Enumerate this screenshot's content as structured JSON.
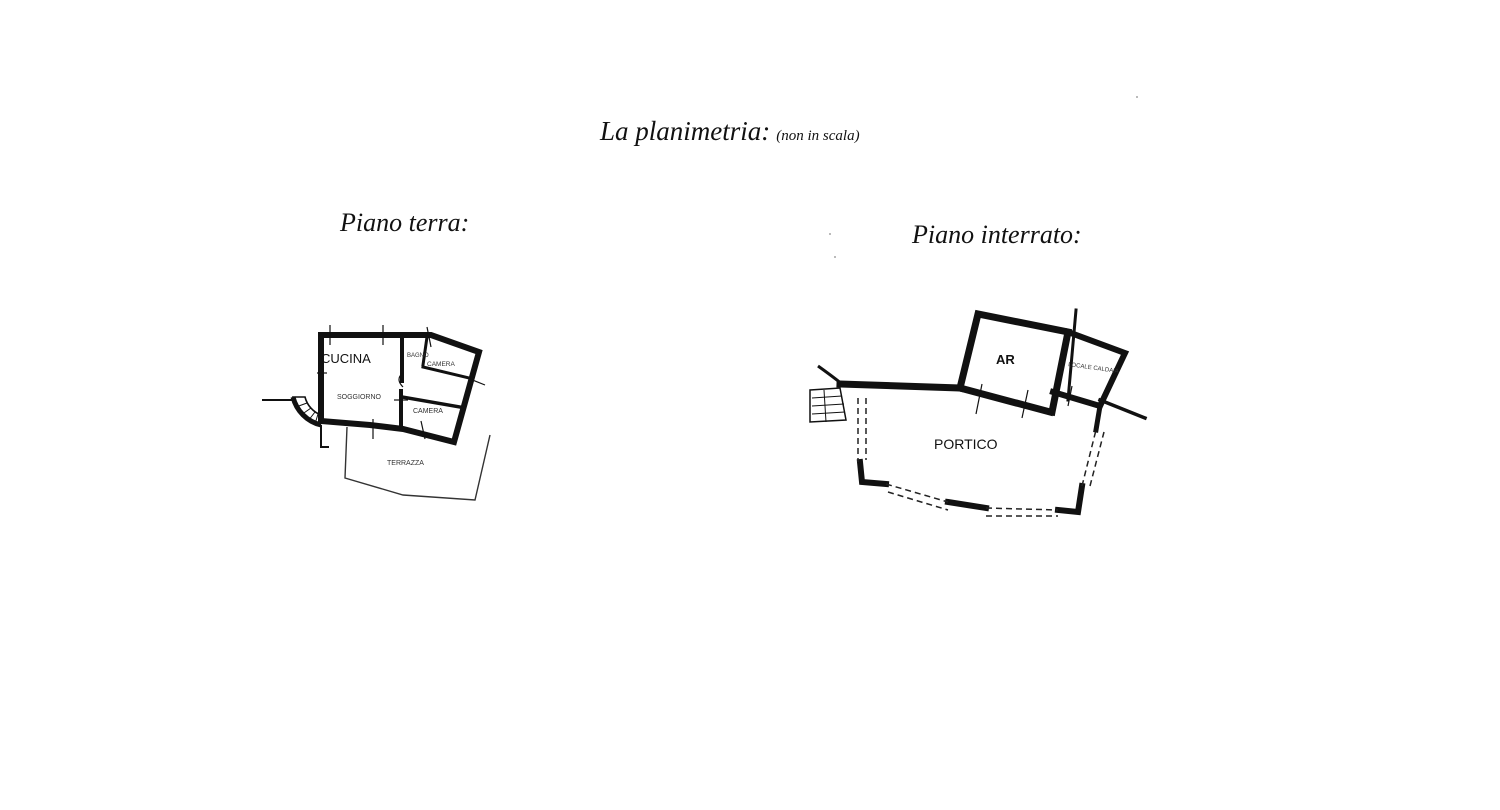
{
  "document": {
    "title": "La planimetria:",
    "title_note": "(non in scala)"
  },
  "ground_floor": {
    "title": "Piano terra:",
    "rooms": {
      "kitchen": "CUCINA",
      "living": "SOGGIORNO",
      "bath": "BAGNO",
      "bedroom_1": "CAMERA",
      "bedroom_2": "CAMERA",
      "terrace": "TERRAZZA"
    }
  },
  "basement": {
    "title": "Piano interrato:",
    "rooms": {
      "storage": "AR",
      "boiler": "LOCALE CALDAIA",
      "porch": "PORTICO"
    }
  },
  "colors": {
    "ink": "#111111",
    "paper": "#ffffff"
  }
}
